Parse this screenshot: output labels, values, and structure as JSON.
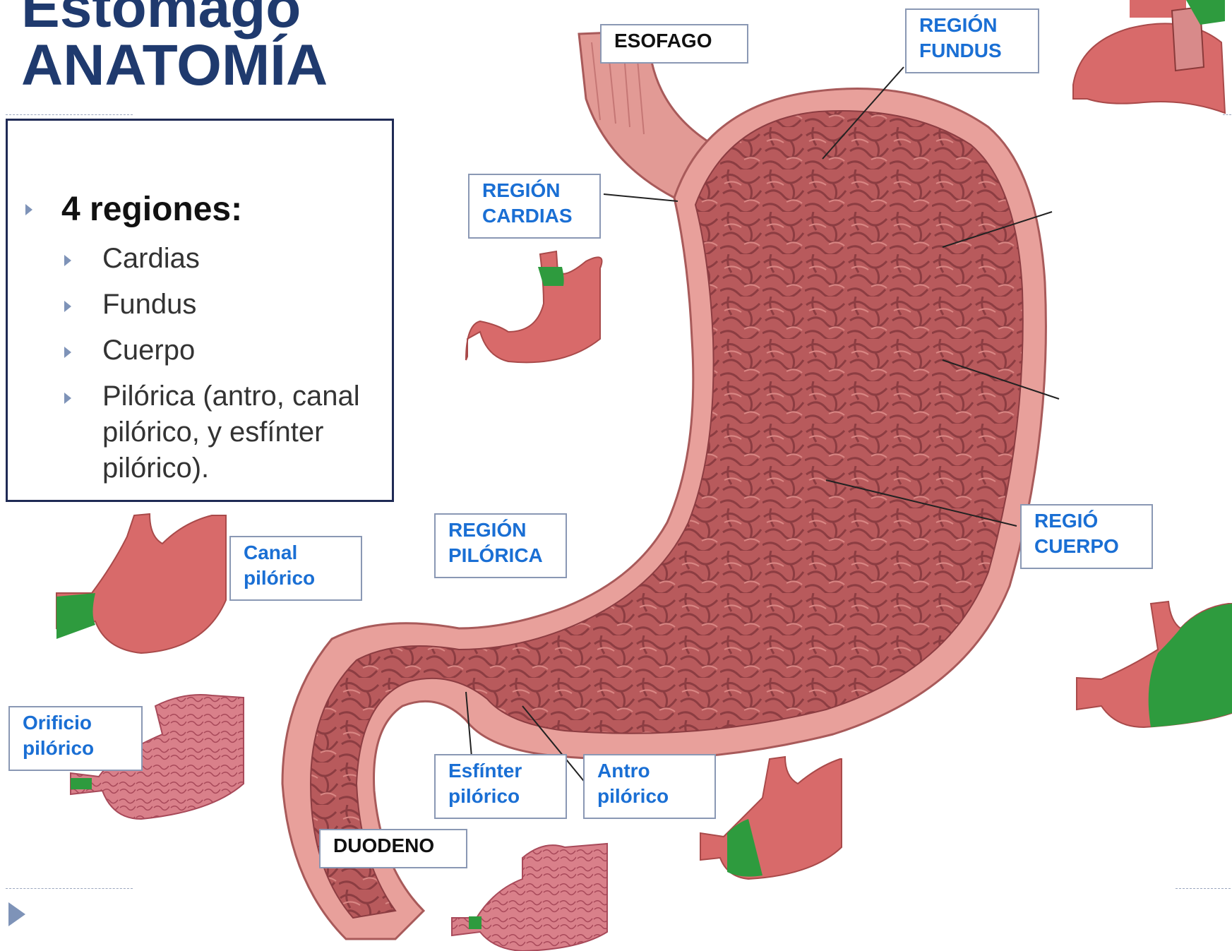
{
  "title": {
    "line1": "Estómago",
    "line2": "ANATOMÍA"
  },
  "list": {
    "heading": "4 regiones:",
    "items": [
      "Cardias",
      "Fundus",
      "Cuerpo",
      "Pilórica (antro, canal pilórico,  y esfínter pilórico)."
    ]
  },
  "labels": {
    "esofago": "ESOFAGO",
    "fundus": [
      "REGIÓN",
      "FUNDUS"
    ],
    "cardias": [
      "REGIÓN",
      "CARDIAS"
    ],
    "pilorica": [
      "REGIÓN",
      "PILÓRICA"
    ],
    "cuerpo": [
      "REGIÓ",
      "CUERPO"
    ],
    "canal": [
      "Canal",
      "pilórico"
    ],
    "orificio": [
      "Orificio",
      "pilórico"
    ],
    "esfinter": [
      "Esfínter",
      "pilórico"
    ],
    "antro": [
      "Antro",
      "pilórico"
    ],
    "duodeno": "DUODENO"
  },
  "colors": {
    "title": "#1f3a6e",
    "label_text": "#1a6fd4",
    "stomach_fill": "#c8696a",
    "stomach_wall": "#e8a09b",
    "highlight_green": "#2e9b3e"
  }
}
